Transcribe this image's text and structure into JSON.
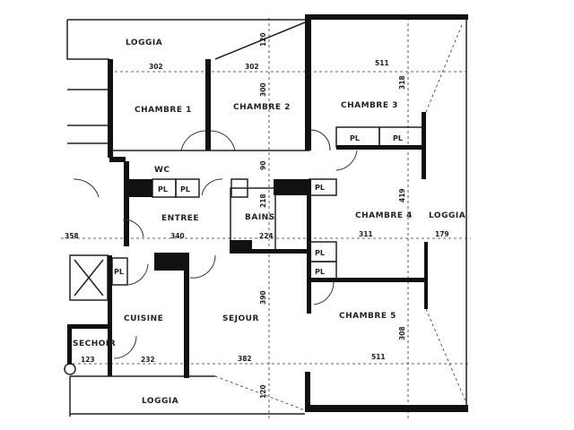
{
  "rooms": {
    "loggia_top": "LOGGIA",
    "chambre1": "CHAMBRE 1",
    "chambre2": "CHAMBRE 2",
    "chambre3": "CHAMBRE 3",
    "wc": "WC",
    "entree": "ENTREE",
    "bains": "BAINS",
    "chambre4": "CHAMBRE 4",
    "loggia_right": "LOGGIA",
    "cuisine": "CUISINE",
    "sejour": "SEJOUR",
    "chambre5": "CHAMBRE 5",
    "sechoir": "SECHOIR",
    "loggia_bottom": "LOGGIA"
  },
  "closet_label": "PL",
  "dimensions": {
    "ch1_width": "302",
    "ch2_width": "302",
    "ch3_width": "511",
    "loggia_top_depth": "120",
    "ch2_depth": "300",
    "ch3_depth": "318",
    "corridor": "90",
    "bains_depth": "218",
    "bains_width": "224",
    "ch4_depth": "419",
    "left_width": "358",
    "entree_width": "340",
    "ch4_width": "311",
    "loggia_right_width": "179",
    "sejour_depth": "390",
    "sejour_width": "382",
    "ch5_width": "511",
    "ch5_depth": "308",
    "sechoir_width": "123",
    "cuisine_width": "232",
    "loggia_bottom_depth": "120"
  }
}
